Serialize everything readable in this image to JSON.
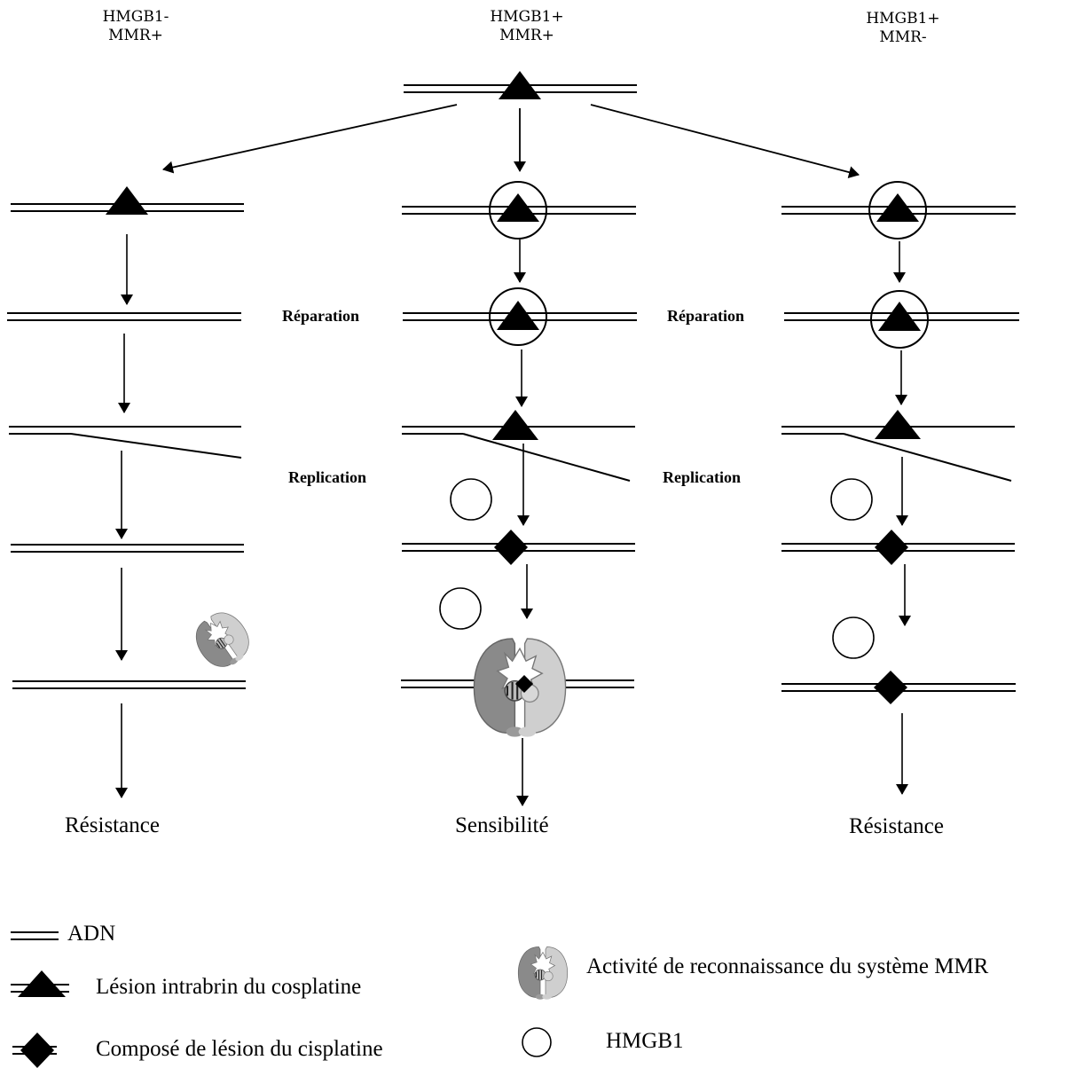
{
  "columns": [
    {
      "name": "HMGB1-",
      "status": "MMR+",
      "outcome": "Résistance"
    },
    {
      "name": "HMGB1+",
      "status": "MMR+",
      "outcome": "Sensibilité"
    },
    {
      "name": "HMGB1+",
      "status": "MMR-",
      "outcome": "Résistance"
    }
  ],
  "steps": {
    "repair_left": "Réparation",
    "repair_right": "Réparation",
    "replication_left": "Replication",
    "replication_right": "Replication"
  },
  "legend": {
    "dna": "ADN",
    "intrastrand_lesion": "Lésion intrabrin du cosplatine",
    "cisplatin_adduct": "Composé de lésion du cisplatine",
    "mmr_activity": "Activité de reconnaissance du système MMR",
    "hmgb1": "HMGB1"
  },
  "colors": {
    "ink": "#000000",
    "mmr_dark": "#8a8a8a",
    "mmr_light": "#c8c8c8"
  }
}
